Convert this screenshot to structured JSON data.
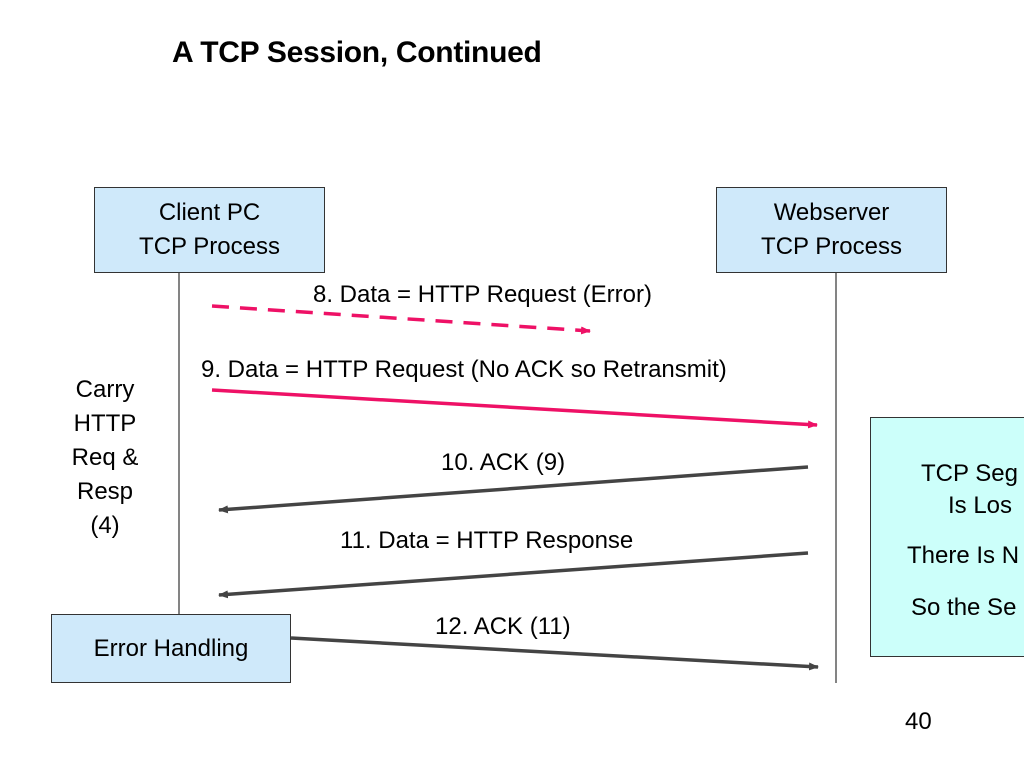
{
  "slide": {
    "title": "A TCP Session, Continued",
    "page_number": "40"
  },
  "client": {
    "line1": "Client PC",
    "line2": "TCP Process"
  },
  "server": {
    "line1": "Webserver",
    "line2": "TCP Process"
  },
  "messages": [
    {
      "label": "8. Data = HTTP Request (Error)",
      "direction": "client-to-server",
      "style": "dashed",
      "color": "#ee1166"
    },
    {
      "label": "9. Data = HTTP Request (No ACK so Retransmit)",
      "direction": "client-to-server",
      "style": "solid",
      "color": "#ee1166"
    },
    {
      "label": "10. ACK (9)",
      "direction": "server-to-client",
      "style": "solid",
      "color": "#444444"
    },
    {
      "label": "11. Data = HTTP Response",
      "direction": "server-to-client",
      "style": "solid",
      "color": "#444444"
    },
    {
      "label": "12. ACK (11)",
      "direction": "client-to-server",
      "style": "solid",
      "color": "#444444"
    }
  ],
  "side_note": {
    "lines": [
      "Carry",
      "HTTP",
      "Req &",
      "Resp",
      "(4)"
    ]
  },
  "error_handling": {
    "label": "Error Handling"
  },
  "callout": {
    "lines": [
      "TCP Seg",
      "Is Los",
      "There Is N",
      "So the Se"
    ]
  },
  "colors": {
    "box_fill": "#cfe9fa",
    "callout_fill": "#ccfffa",
    "request_arrow": "#ee1166",
    "reply_arrow": "#444444"
  }
}
